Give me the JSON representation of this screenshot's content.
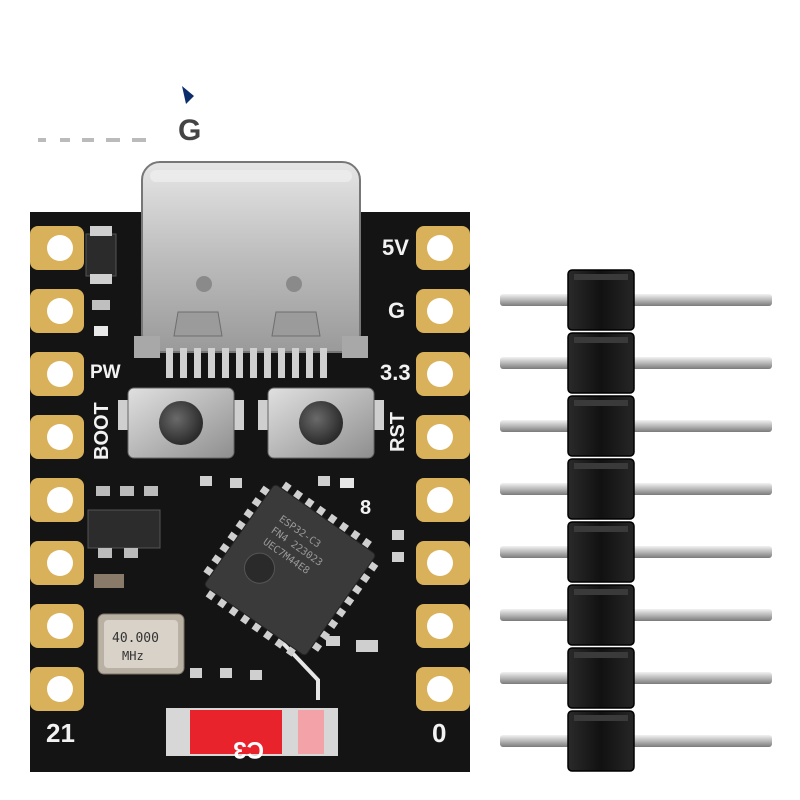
{
  "watermark": {
    "letter": "G"
  },
  "board": {
    "pin_labels": {
      "pin_5v": "5V",
      "pin_g": "G",
      "pin_3v3": "3.3",
      "pin_21": "21",
      "pin_0": "0",
      "gpio_8": "8"
    },
    "button_labels": {
      "boot": "BOOT",
      "reset": "RST"
    },
    "led_label": "PW",
    "chip_marking": {
      "line1": "ESP32-C3",
      "line2": "FN4 223023",
      "line3": "UEC7M44E8"
    },
    "crystal": {
      "line1": "40.000",
      "line2": "MHz"
    },
    "model_badge": "C3"
  },
  "header_pins": {
    "count": 8
  },
  "colors": {
    "pcb": "#141414",
    "gold_pad": "#d9b15a",
    "silver": "#c8c8c8",
    "badge_red": "#e8232c"
  }
}
